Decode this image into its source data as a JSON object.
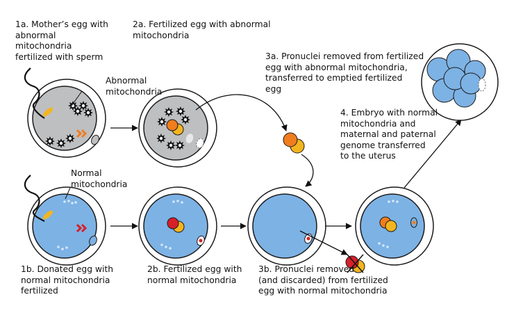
{
  "steps": {
    "s1a": "1a. Mother’s egg with\nabnormal\nmitochondria\nfertilized with sperm",
    "s2a": "2a. Fertilized egg with abnormal\nmitochondria",
    "s3a": "3a. Pronuclei removed from fertilized\negg with abnormal mitochondria,\ntransferred to emptied fertilized\negg",
    "s4": "4. Embryo with normal\nmitochondria and\nmaternal and paternal\ngenome transferred\nto the uterus",
    "s1b": "1b. Donated egg with\nnormal mitochondria\nfertilized",
    "s2b": "2b. Fertilized egg with\nnormal mitochondria",
    "s3b": "3b. Pronuclei removed\n(and discarded) from fertilized\negg with normal mitochondria"
  },
  "labels": {
    "abnormal": "Abnormal\nmitochondria",
    "normal": "Normal\nmitochondria"
  },
  "colors": {
    "abnormal_cytoplasm": "#bdbfc1",
    "normal_cytoplasm": "#7db2e4",
    "orange_pronucleus": "#f07d1e",
    "yellow_pronucleus": "#f3b51f",
    "red_pronucleus": "#d6202a",
    "outline": "#1a1a1a"
  },
  "icons": [
    "sperm-icon",
    "abnormal-mitochondria-icon",
    "normal-mitochondria-icon",
    "discard-x-icon"
  ]
}
